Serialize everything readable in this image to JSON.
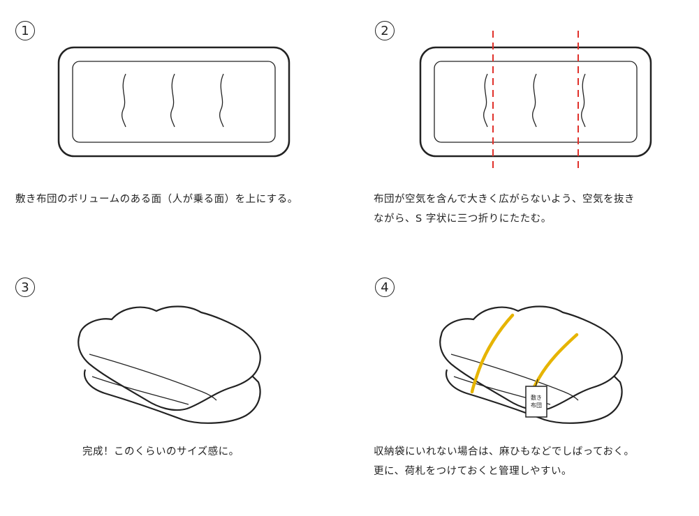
{
  "steps": [
    {
      "number": "1",
      "caption_lines": [
        "敷き布団のボリュームのある面（人が乗る面）を上にする。"
      ]
    },
    {
      "number": "2",
      "caption_lines": [
        "布団が空気を含んで大きく広がらないよう、空気を抜き",
        "ながら、S 字状に三つ折りにたたむ。"
      ]
    },
    {
      "number": "3",
      "caption_lines": [
        "完成！このくらいのサイズ感に。"
      ]
    },
    {
      "number": "4",
      "caption_lines": [
        "収納袋にいれない場合は、麻ひもなどでしばっておく。",
        "更に、荷札をつけておくと管理しやすい。"
      ]
    }
  ],
  "tag_label_lines": [
    "敷き",
    "布団"
  ],
  "colors": {
    "outline": "#222222",
    "fold_line": "#e0302a",
    "rope": "#e6b400",
    "tag_fill": "#ffffff"
  }
}
